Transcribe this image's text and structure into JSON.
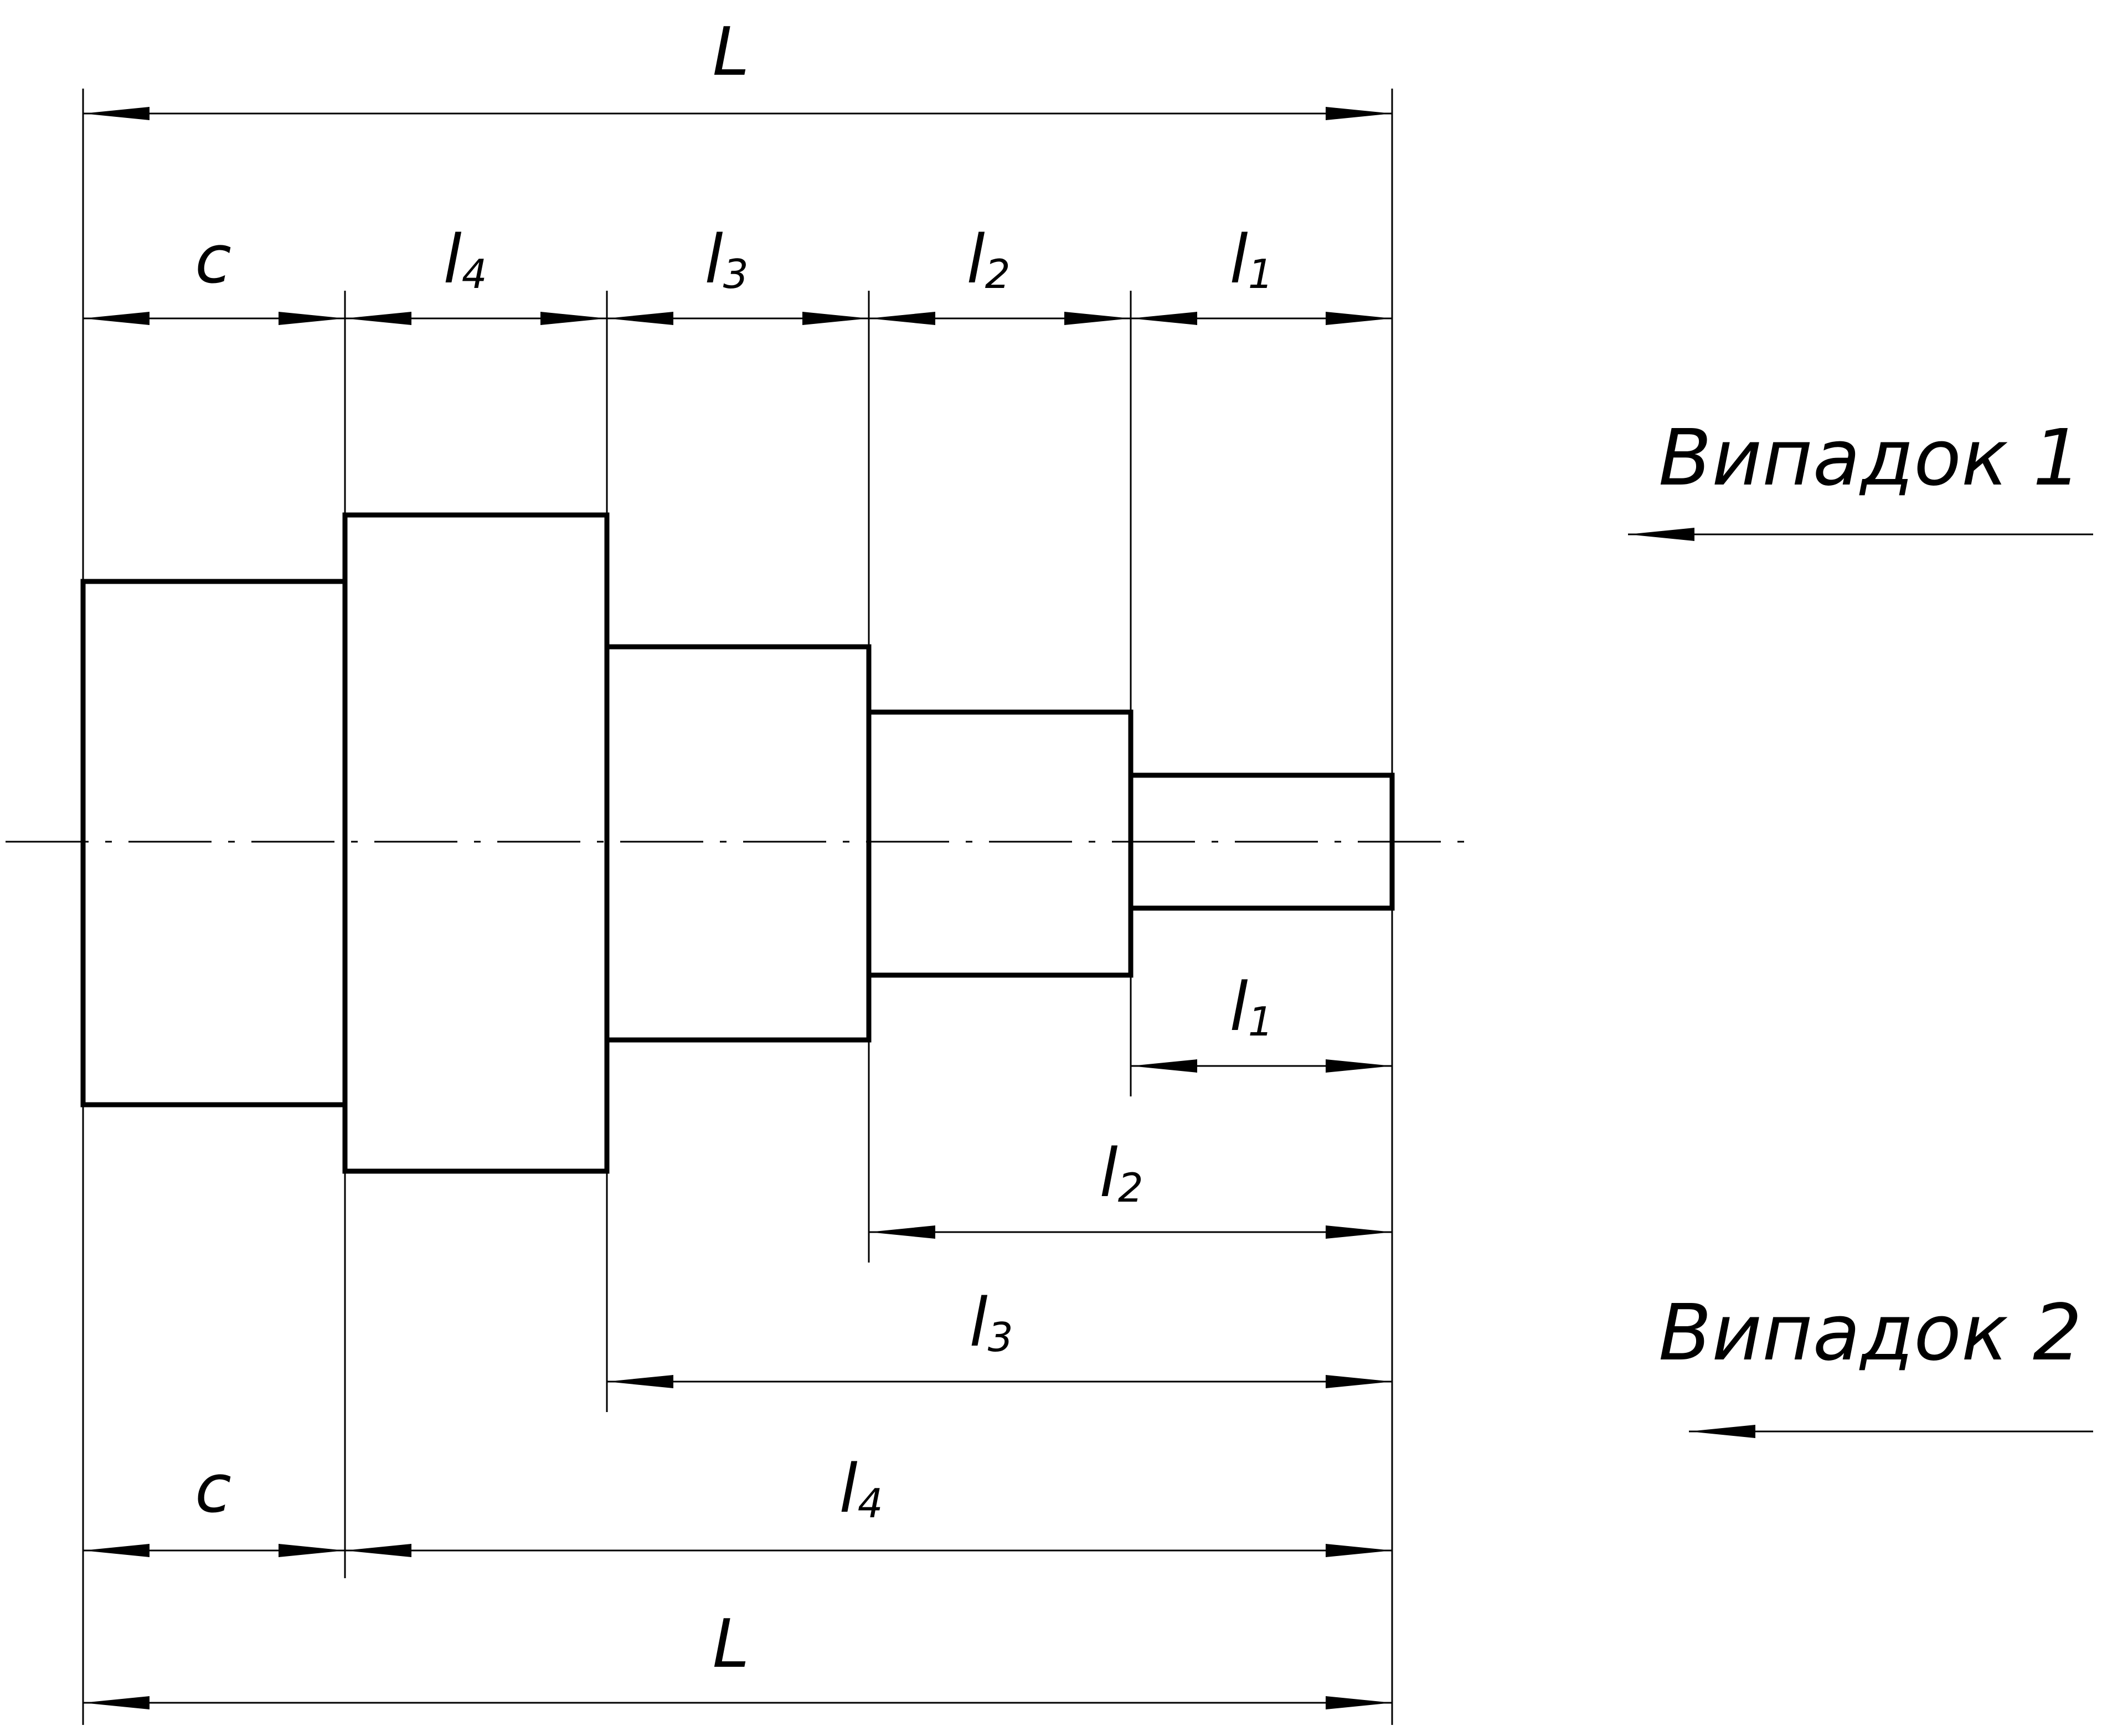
{
  "colors": {
    "line": "#000000",
    "background": "#ffffff"
  },
  "dimension_labels": {
    "overall_length": "L",
    "c": "c",
    "l_letter": "l",
    "sub_1": "1",
    "sub_2": "2",
    "sub_3": "3",
    "sub_4": "4"
  },
  "cases": {
    "case1_label": "Випадок 1",
    "case2_label": "Випадок 2"
  }
}
